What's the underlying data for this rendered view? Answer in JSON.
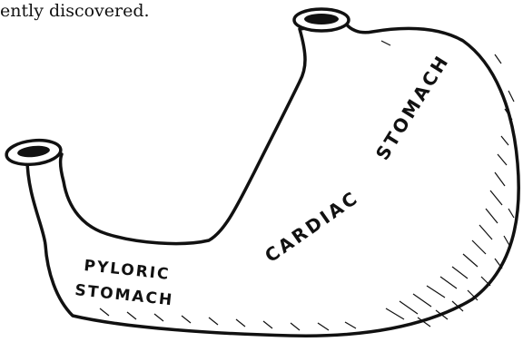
{
  "page_text": "ently discovered.",
  "labels": {
    "pyloric_line1": "PYLORIC",
    "pyloric_line2": "STOMACH",
    "cardiac_word1": "CARDIAC",
    "cardiac_word2": "STOMACH"
  }
}
